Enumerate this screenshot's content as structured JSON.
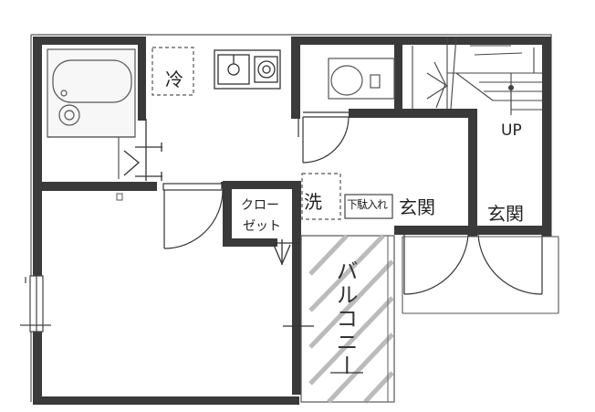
{
  "labels": {
    "fridge": "冷",
    "washer": "洗",
    "closet_line1": "クロー",
    "closet_line2": "ゼット",
    "shoe_storage": "下駄入れ",
    "entrance_left": "玄関",
    "entrance_right": "玄関",
    "stairs_up": "UP",
    "balcony": "バルコニー"
  },
  "colors": {
    "wall": "#3a3a3a",
    "line": "#333333",
    "background": "#ffffff"
  }
}
